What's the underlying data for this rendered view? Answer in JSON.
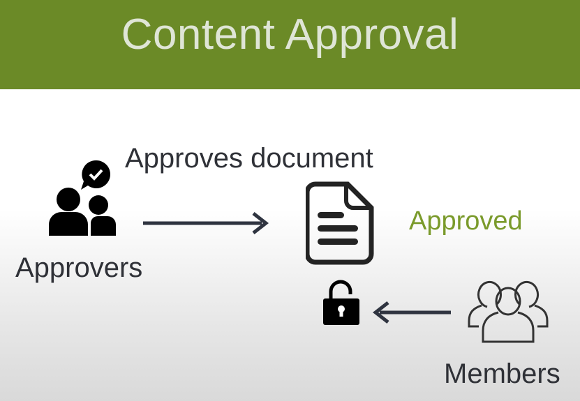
{
  "header": {
    "title": "Content Approval",
    "background": "#6b8a27"
  },
  "diagram": {
    "action_label": "Approves document",
    "approvers_label": "Approvers",
    "status_label": "Approved",
    "status_color": "#7a9a2b",
    "members_label": "Members",
    "icons": [
      "approvers-icon",
      "right-arrow-icon",
      "document-icon",
      "unlocked-padlock-icon",
      "left-arrow-icon",
      "members-icon"
    ]
  }
}
